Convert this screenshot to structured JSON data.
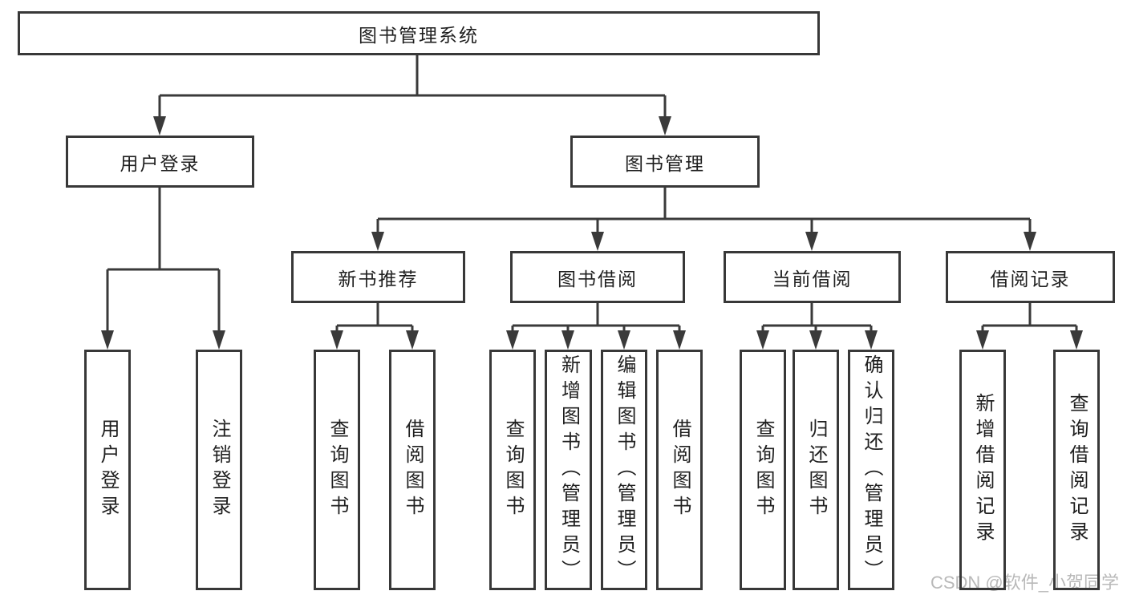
{
  "tree": {
    "root": "图书管理系统",
    "children": [
      {
        "label": "用户登录",
        "children": [
          {
            "label": "用户登录"
          },
          {
            "label": "注销登录"
          }
        ]
      },
      {
        "label": "图书管理",
        "children": [
          {
            "label": "新书推荐",
            "children": [
              {
                "label": "查询图书"
              },
              {
                "label": "借阅图书"
              }
            ]
          },
          {
            "label": "图书借阅",
            "children": [
              {
                "label": "查询图书"
              },
              {
                "label": "新增图书（管理员）"
              },
              {
                "label": "编辑图书（管理员）"
              },
              {
                "label": "借阅图书"
              }
            ]
          },
          {
            "label": "当前借阅",
            "children": [
              {
                "label": "查询图书"
              },
              {
                "label": "归还图书"
              },
              {
                "label": "确认归还（管理员）"
              }
            ]
          },
          {
            "label": "借阅记录",
            "children": [
              {
                "label": "新增借阅记录"
              },
              {
                "label": "查询借阅记录"
              }
            ]
          }
        ]
      }
    ]
  },
  "watermark": {
    "text": "CSDN @软件_小贺同学"
  },
  "colors": {
    "line": "#3a3a3a",
    "boxborder": "#383838",
    "text": "#1f1f1f",
    "watermark": "#b9b9b9",
    "background": "#ffffff"
  }
}
